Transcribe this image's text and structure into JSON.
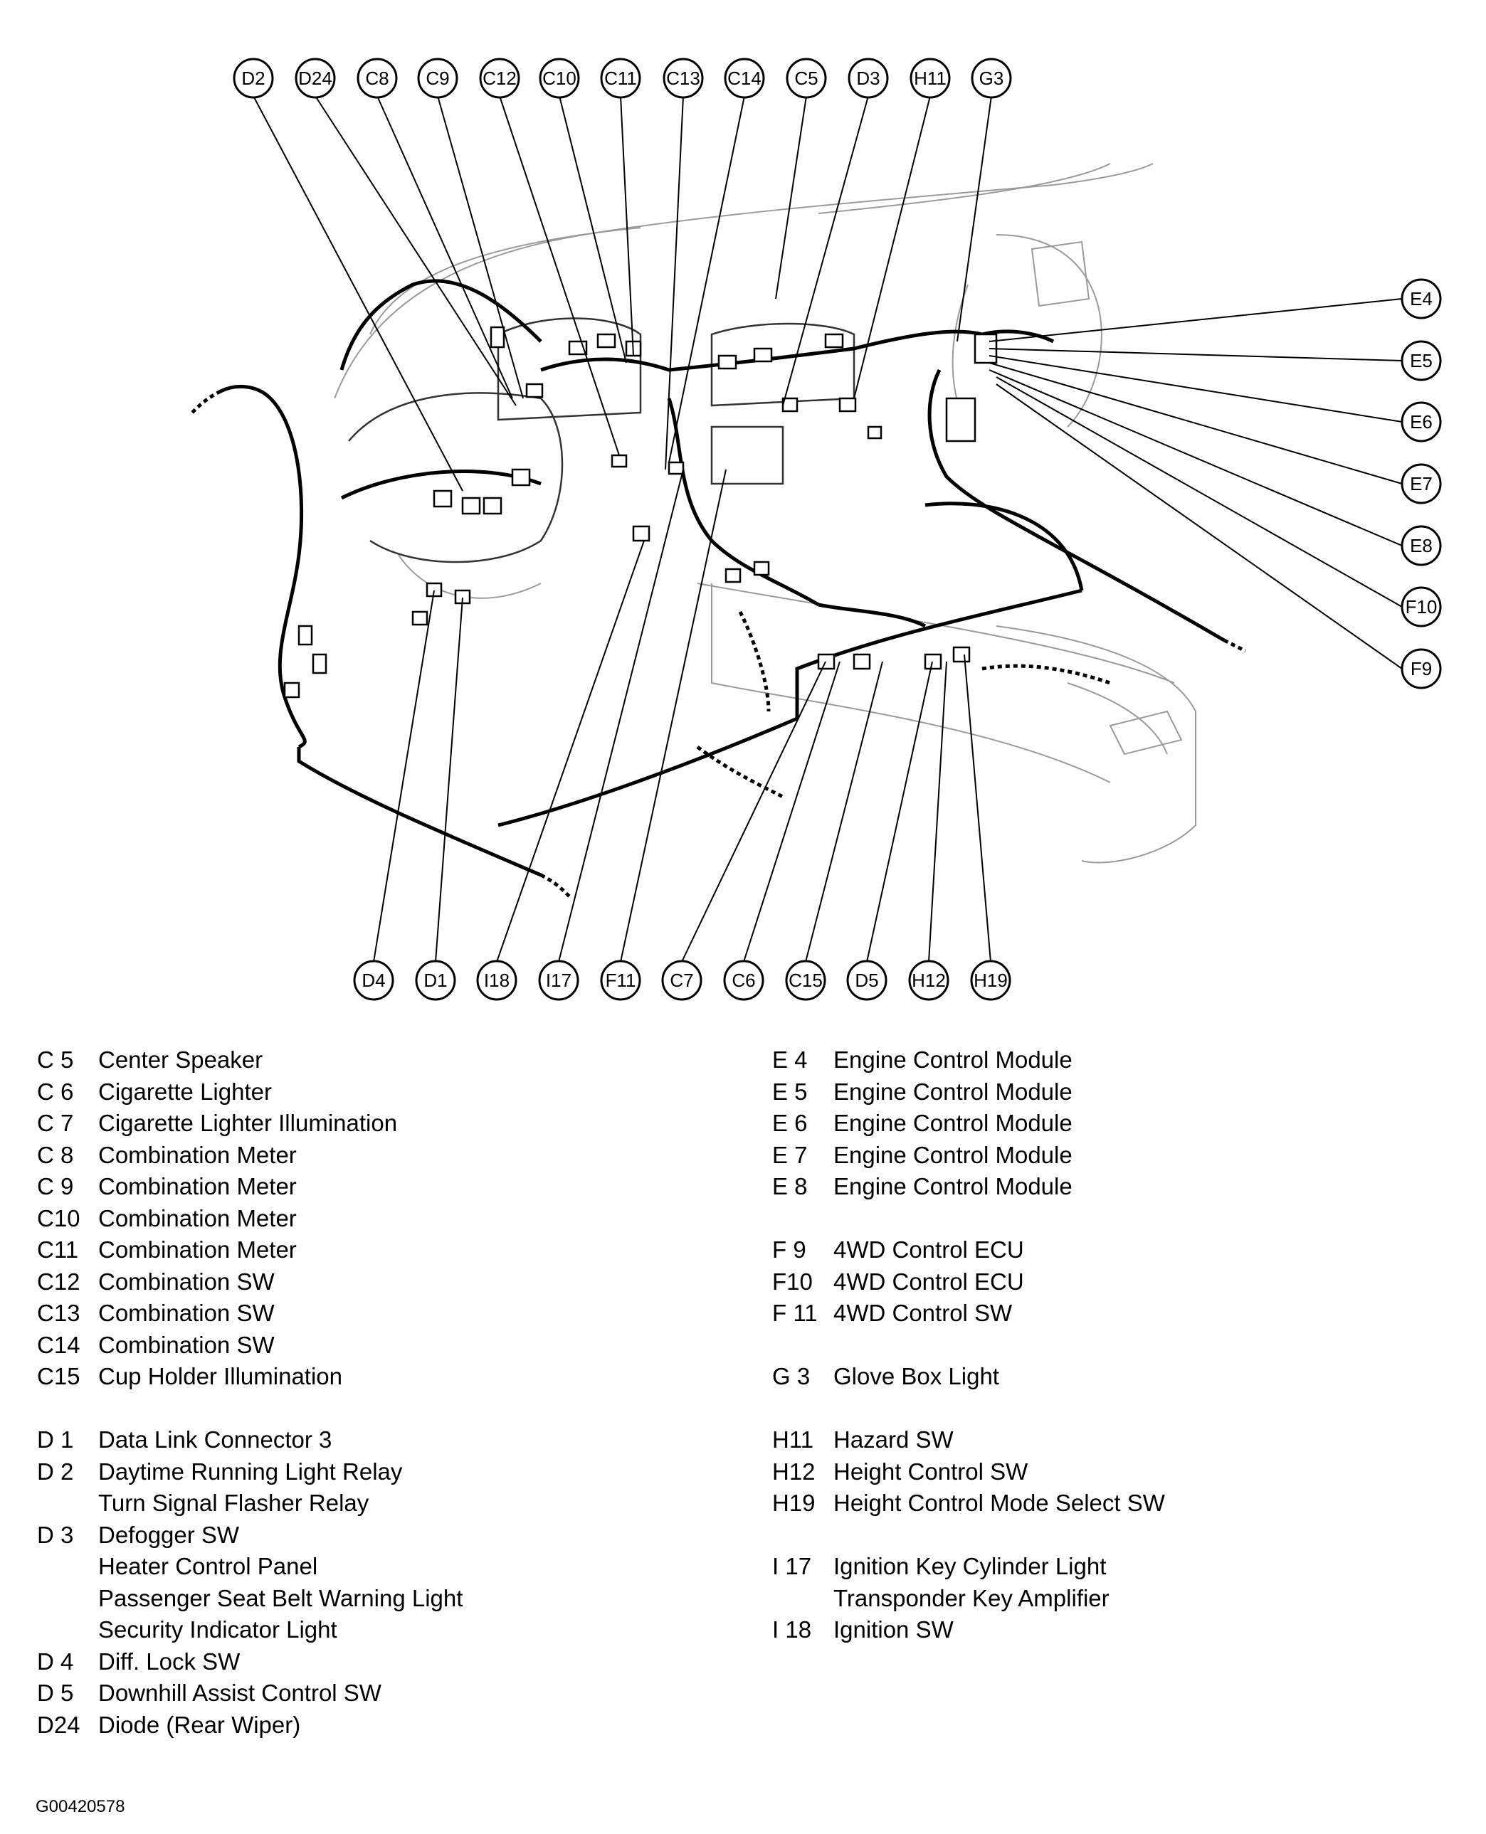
{
  "diagram": {
    "top_connectors": [
      "D2",
      "D24",
      "C8",
      "C9",
      "C12",
      "C10",
      "C11",
      "C13",
      "C14",
      "C5",
      "D3",
      "H11",
      "G3"
    ],
    "right_connectors": [
      "E4",
      "E5",
      "E6",
      "E7",
      "E8",
      "F10",
      "F9"
    ],
    "bottom_connectors": [
      "D4",
      "D1",
      "I18",
      "I17",
      "F11",
      "C7",
      "C6",
      "C15",
      "D5",
      "H12",
      "H19"
    ]
  },
  "legend": {
    "left": [
      {
        "code": "C 5",
        "names": [
          "Center Speaker"
        ]
      },
      {
        "code": "C 6",
        "names": [
          "Cigarette Lighter"
        ]
      },
      {
        "code": "C 7",
        "names": [
          "Cigarette Lighter Illumination"
        ]
      },
      {
        "code": "C 8",
        "names": [
          "Combination Meter"
        ]
      },
      {
        "code": "C 9",
        "names": [
          "Combination Meter"
        ]
      },
      {
        "code": "C10",
        "names": [
          "Combination Meter"
        ]
      },
      {
        "code": "C11",
        "names": [
          "Combination Meter"
        ]
      },
      {
        "code": "C12",
        "names": [
          "Combination SW"
        ]
      },
      {
        "code": "C13",
        "names": [
          "Combination SW"
        ]
      },
      {
        "code": "C14",
        "names": [
          "Combination SW"
        ]
      },
      {
        "code": "C15",
        "names": [
          "Cup Holder Illumination"
        ]
      },
      {
        "gap": true
      },
      {
        "code": "D 1",
        "names": [
          "Data Link Connector 3"
        ]
      },
      {
        "code": "D 2",
        "names": [
          "Daytime Running Light Relay",
          "Turn Signal Flasher Relay"
        ]
      },
      {
        "code": "D 3",
        "names": [
          "Defogger SW",
          "Heater Control Panel",
          "Passenger Seat Belt Warning Light",
          "Security Indicator Light"
        ]
      },
      {
        "code": "D 4",
        "names": [
          "Diff. Lock SW"
        ]
      },
      {
        "code": "D 5",
        "names": [
          "Downhill Assist Control SW"
        ]
      },
      {
        "code": "D24",
        "names": [
          "Diode (Rear Wiper)"
        ]
      }
    ],
    "right": [
      {
        "code": "E 4",
        "names": [
          "Engine Control Module"
        ]
      },
      {
        "code": "E 5",
        "names": [
          "Engine Control Module"
        ]
      },
      {
        "code": "E 6",
        "names": [
          "Engine Control Module"
        ]
      },
      {
        "code": "E 7",
        "names": [
          "Engine Control Module"
        ]
      },
      {
        "code": "E 8",
        "names": [
          "Engine Control Module"
        ]
      },
      {
        "gap": true
      },
      {
        "code": "F 9",
        "names": [
          "4WD Control ECU"
        ]
      },
      {
        "code": "F10",
        "names": [
          "4WD Control ECU"
        ]
      },
      {
        "code": "F 11",
        "names": [
          "4WD Control SW"
        ]
      },
      {
        "gap": true
      },
      {
        "code": "G 3",
        "names": [
          "Glove Box Light"
        ]
      },
      {
        "gap": true
      },
      {
        "code": "H11",
        "names": [
          "Hazard SW"
        ]
      },
      {
        "code": "H12",
        "names": [
          "Height Control SW"
        ]
      },
      {
        "code": "H19",
        "names": [
          "Height Control Mode Select SW"
        ]
      },
      {
        "gap": true
      },
      {
        "code": "I 17",
        "names": [
          "Ignition Key Cylinder Light",
          "Transponder Key Amplifier"
        ]
      },
      {
        "code": "I 18",
        "names": [
          "Ignition SW"
        ]
      }
    ]
  },
  "figure_id": "G00420578"
}
